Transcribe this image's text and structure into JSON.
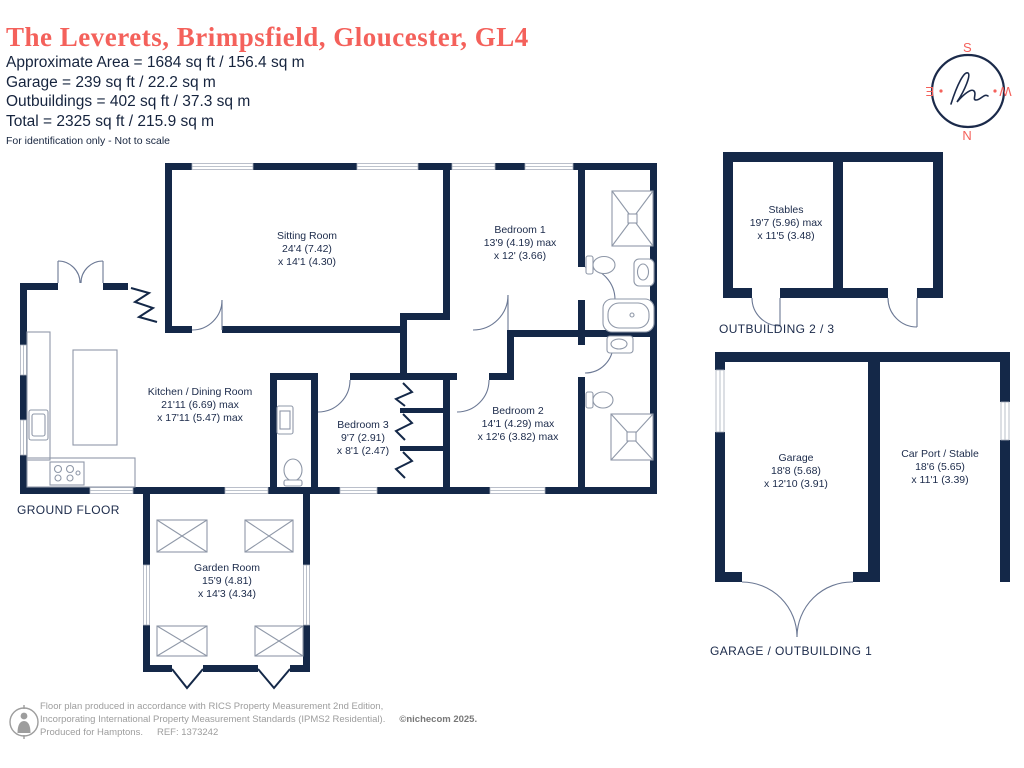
{
  "colors": {
    "accent": "#F4615B",
    "walls": "#142848",
    "text_navy": "#1B2A4A",
    "fixtures": "#8F98A8",
    "footer_text": "#9D9D9D"
  },
  "header": {
    "title": "The Leverets, Brimpsfield, Gloucester, GL4",
    "area_lines": [
      "Approximate Area = 1684 sq ft / 156.4 sq m",
      "Garage = 239 sq ft / 22.2 sq m",
      "Outbuildings = 402 sq ft / 37.3 sq m",
      "Total = 2325 sq ft / 215.9 sq m"
    ],
    "disclaimer": "For identification only - Not to scale"
  },
  "compass": {
    "north": "N",
    "south": "S",
    "east": "E",
    "west": "W"
  },
  "plan": {
    "floor_label": "GROUND FLOOR",
    "rooms": {
      "sitting": {
        "name": "Sitting Room",
        "dim1": "24'4 (7.42)",
        "dim2": "x 14'1 (4.30)"
      },
      "bedroom1": {
        "name": "Bedroom 1",
        "dim1": "13'9 (4.19) max",
        "dim2": "x 12' (3.66)"
      },
      "kitchen": {
        "name": "Kitchen / Dining Room",
        "dim1": "21'11 (6.69) max",
        "dim2": "x 17'11 (5.47) max"
      },
      "bedroom3": {
        "name": "Bedroom 3",
        "dim1": "9'7 (2.91)",
        "dim2": "x 8'1 (2.47)"
      },
      "bedroom2": {
        "name": "Bedroom 2",
        "dim1": "14'1 (4.29) max",
        "dim2": "x 12'6 (3.82) max"
      },
      "garden": {
        "name": "Garden Room",
        "dim1": "15'9 (4.81)",
        "dim2": "x 14'3 (4.34)"
      },
      "stables": {
        "name": "Stables",
        "dim1": "19'7 (5.96) max",
        "dim2": "x 11'5 (3.48)"
      },
      "garage": {
        "name": "Garage",
        "dim1": "18'8 (5.68)",
        "dim2": "x 12'10 (3.91)"
      },
      "car_port": {
        "name": "Car Port / Stable",
        "dim1": "18'6 (5.65)",
        "dim2": "x 11'1 (3.39)"
      }
    },
    "outbuilding_labels": {
      "stables_block": "OUTBUILDING 2 / 3",
      "garage_block": "GARAGE / OUTBUILDING 1"
    }
  },
  "footer": {
    "line1": "Floor plan produced in accordance with RICS Property Measurement 2nd Edition,",
    "line2": "Incorporating International Property Measurement Standards (IPMS2 Residential).",
    "copyright": "©nichecom 2025.",
    "line3": "Produced for Hamptons.",
    "ref": "REF:  1373242"
  }
}
